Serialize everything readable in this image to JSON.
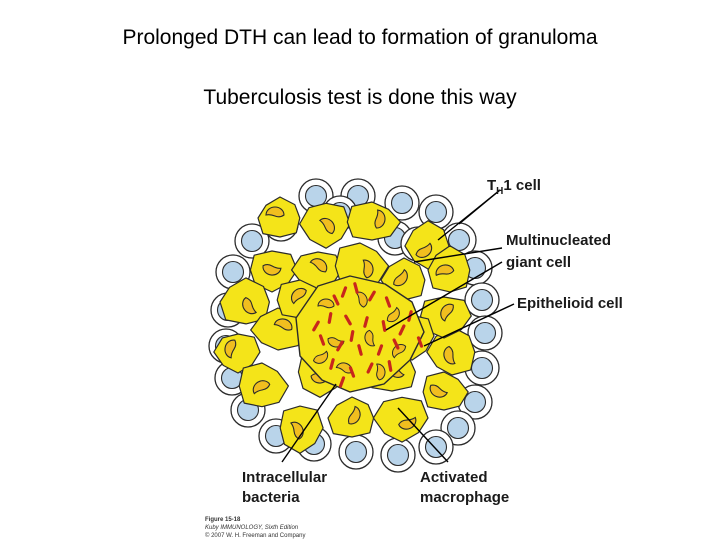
{
  "slide": {
    "line1": "Prolonged DTH can lead to formation of granuloma",
    "line2": "Tuberculosis test is done this way"
  },
  "figure": {
    "labels": {
      "th1_main": "T",
      "th1_sub": "H",
      "th1_rest": "1 cell",
      "giant1": "Multinucleated",
      "giant2": "giant cell",
      "epithelioid": "Epithelioid cell",
      "bacteria1": "Intracellular",
      "bacteria2": "bacteria",
      "macrophage1": "Activated",
      "macrophage2": "macrophage"
    },
    "credit": {
      "line1": "Figure 15-18",
      "line2": "Kuby IMMUNOLOGY, Sixth Edition",
      "line3": "© 2007 W. H. Freeman and Company"
    },
    "colors": {
      "lymphocyte_fill": "#b9d4ea",
      "lymphocyte_ring": "#ffffff",
      "macrophage_fill": "#f4e419",
      "nucleus_fill": "#f1be1f",
      "bacteria": "#c8261c",
      "outline": "#2b2b2b"
    }
  }
}
